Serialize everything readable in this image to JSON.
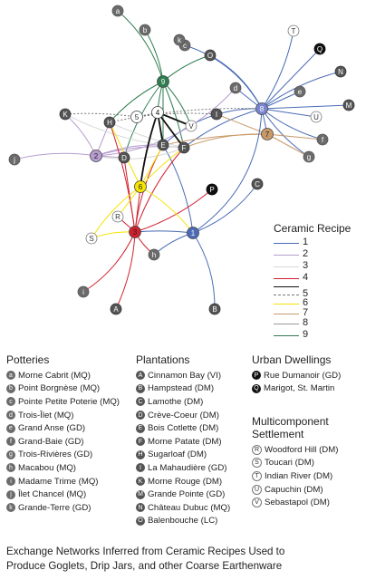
{
  "legend": {
    "title": "Ceramic Recipe",
    "recipes": [
      {
        "label": "1",
        "color": "#4a6bb5",
        "dash": false,
        "width": 1.2
      },
      {
        "label": "2",
        "color": "#b79ccf",
        "dash": false,
        "width": 1.2
      },
      {
        "label": "3",
        "color": "#d8d8d8",
        "dash": false,
        "width": 1.6
      },
      {
        "label": "4",
        "color": "#d0202e",
        "dash": false,
        "width": 1.2
      },
      {
        "label": "4",
        "color": "#111111",
        "dash": false,
        "width": 1.8
      },
      {
        "label": "5",
        "color": "#777777",
        "dash": true,
        "width": 1.0
      },
      {
        "label": "6",
        "color": "#f5e400",
        "dash": false,
        "width": 1.4
      },
      {
        "label": "7",
        "color": "#c89a6a",
        "dash": false,
        "width": 1.4
      },
      {
        "label": "8",
        "color": "#9a9a9a",
        "dash": false,
        "width": 1.4
      },
      {
        "label": "9",
        "color": "#2e7d4f",
        "dash": false,
        "width": 1.4
      }
    ]
  },
  "recipe_nodes": [
    {
      "id": "1",
      "fill": "#4a6bb5",
      "text": "#ffffff"
    },
    {
      "id": "2",
      "fill": "#b79ccf",
      "text": "#222222"
    },
    {
      "id": "3",
      "fill": "#d0202e",
      "text": "#222222"
    },
    {
      "id": "4",
      "fill": "#ffffff",
      "text": "#111111"
    },
    {
      "id": "5",
      "fill": "#ffffff",
      "text": "#333333"
    },
    {
      "id": "6",
      "fill": "#f5e400",
      "text": "#222222"
    },
    {
      "id": "7",
      "fill": "#c89a6a",
      "text": "#222222"
    },
    {
      "id": "8",
      "fill": "#7a86d1",
      "text": "#ffffff"
    },
    {
      "id": "9",
      "fill": "#2e7d4f",
      "text": "#ffffff"
    }
  ],
  "site_nodes": [
    {
      "id": "a"
    },
    {
      "id": "b"
    },
    {
      "id": "c"
    },
    {
      "id": "d"
    },
    {
      "id": "e"
    },
    {
      "id": "f"
    },
    {
      "id": "g"
    },
    {
      "id": "h"
    },
    {
      "id": "i"
    },
    {
      "id": "j"
    },
    {
      "id": "k"
    },
    {
      "id": "A"
    },
    {
      "id": "B"
    },
    {
      "id": "C"
    },
    {
      "id": "D"
    },
    {
      "id": "E"
    },
    {
      "id": "F"
    },
    {
      "id": "H"
    },
    {
      "id": "I"
    },
    {
      "id": "K"
    },
    {
      "id": "M"
    },
    {
      "id": "N"
    },
    {
      "id": "O"
    },
    {
      "id": "P"
    },
    {
      "id": "Q"
    },
    {
      "id": "R"
    },
    {
      "id": "S"
    },
    {
      "id": "T"
    },
    {
      "id": "U"
    },
    {
      "id": "V"
    }
  ],
  "sections": {
    "potteries": {
      "title": "Potteries",
      "items": [
        {
          "key": "a",
          "label": "Morne Cabrit (MQ)"
        },
        {
          "key": "b",
          "label": "Point Borgnèse (MQ)"
        },
        {
          "key": "c",
          "label": "Pointe Petite Poterie (MQ)"
        },
        {
          "key": "d",
          "label": "Trois-Îlet (MQ)"
        },
        {
          "key": "e",
          "label": "Grand Anse (GD)"
        },
        {
          "key": "f",
          "label": "Grand-Baie (GD)"
        },
        {
          "key": "g",
          "label": "Trois-Rivières (GD)"
        },
        {
          "key": "h",
          "label": "Macabou (MQ)"
        },
        {
          "key": "i",
          "label": "Madame Trime (MQ)"
        },
        {
          "key": "j",
          "label": "Îlet Chancel (MQ)"
        },
        {
          "key": "k",
          "label": "Grande-Terre (GD)"
        }
      ]
    },
    "plantations": {
      "title": "Plantations",
      "items": [
        {
          "key": "A",
          "label": "Cinnamon Bay (VI)"
        },
        {
          "key": "B",
          "label": "Hampstead (DM)"
        },
        {
          "key": "C",
          "label": "Lamothe (DM)"
        },
        {
          "key": "D",
          "label": "Crève-Coeur (DM)"
        },
        {
          "key": "E",
          "label": "Bois Cotlette (DM)"
        },
        {
          "key": "F",
          "label": "Morne Patate (DM)"
        },
        {
          "key": "H",
          "label": "Sugarloaf (DM)"
        },
        {
          "key": "I",
          "label": "La Mahaudière (GD)"
        },
        {
          "key": "K",
          "label": "Morne Rouge (DM)"
        },
        {
          "key": "M",
          "label": "Grande Pointe (GD)"
        },
        {
          "key": "N",
          "label": "Château Dubuc (MQ)"
        },
        {
          "key": "O",
          "label": "Balenbouche (LC)"
        }
      ]
    },
    "urban": {
      "title": "Urban Dwellings",
      "items": [
        {
          "key": "P",
          "label": "Rue Dumanoir (GD)"
        },
        {
          "key": "Q",
          "label": "Marigot, St. Martin"
        }
      ]
    },
    "multi": {
      "title_line1": "Multicomponent",
      "title_line2": "Settlement",
      "items": [
        {
          "key": "R",
          "label": "Woodford Hill (DM)"
        },
        {
          "key": "S",
          "label": "Toucari (DM)"
        },
        {
          "key": "T",
          "label": "Indian River (DM)"
        },
        {
          "key": "U",
          "label": "Capuchin (DM)"
        },
        {
          "key": "V",
          "label": "Sebastapol (DM)"
        }
      ]
    }
  },
  "caption": {
    "line1": "Exchange Networks Inferred from Ceramic Recipes Used to",
    "line2": "Produce Goglets, Drip Jars, and other Coarse Earthenware"
  }
}
